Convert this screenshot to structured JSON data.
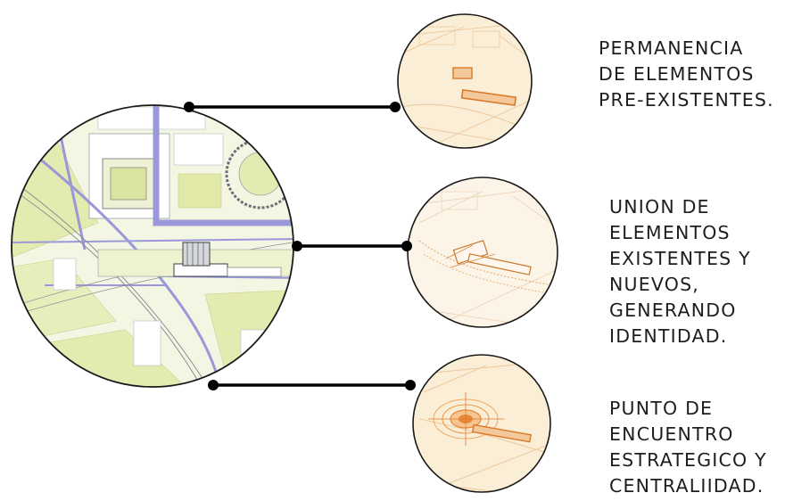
{
  "captions": [
    {
      "lines": [
        "PERMANENCIA",
        "DE ELEMENTOS",
        "PRE-EXISTENTES."
      ]
    },
    {
      "lines": [
        "UNION DE",
        "ELEMENTOS",
        "EXISTENTES Y",
        "NUEVOS,",
        "GENERANDO",
        "IDENTIDAD."
      ]
    },
    {
      "lines": [
        "PUNTO DE",
        "ENCUENTRO",
        "ESTRATEGICO Y",
        "CENTRALIIDAD."
      ]
    }
  ],
  "colors": {
    "connector": "#000000",
    "map_green": "#e4ebb0",
    "map_road": "#9a98d8",
    "detail_fill": "#fbeed6",
    "detail_accent": "#e8933a"
  }
}
